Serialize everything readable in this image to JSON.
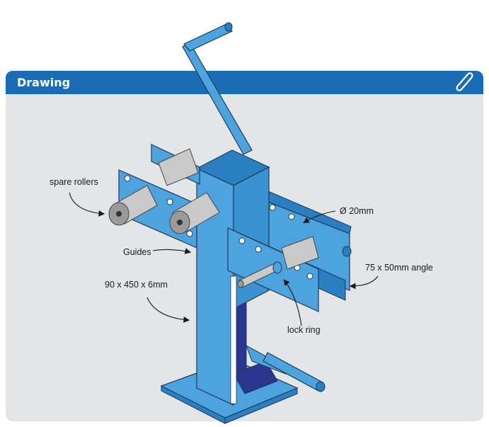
{
  "header": {
    "title": "Drawing",
    "icon": "paperclip-icon"
  },
  "labels": {
    "spare_rollers": "spare rollers",
    "guides": "Guides",
    "dimension": "90 x 450 x 6mm",
    "diameter": "Ø 20mm",
    "angle": "75 x 50mm angle",
    "lock_ring": "lock ring"
  },
  "colors": {
    "header_blue": "#1a6cb5",
    "panel_grey": "#e4e5e7",
    "frame_blue": "#4ca3dd",
    "frame_dark": "#2a7fc0",
    "roller_grey": "#c9c9c9",
    "outline": "#1e3a5a",
    "jack_blue": "#2a3590"
  }
}
